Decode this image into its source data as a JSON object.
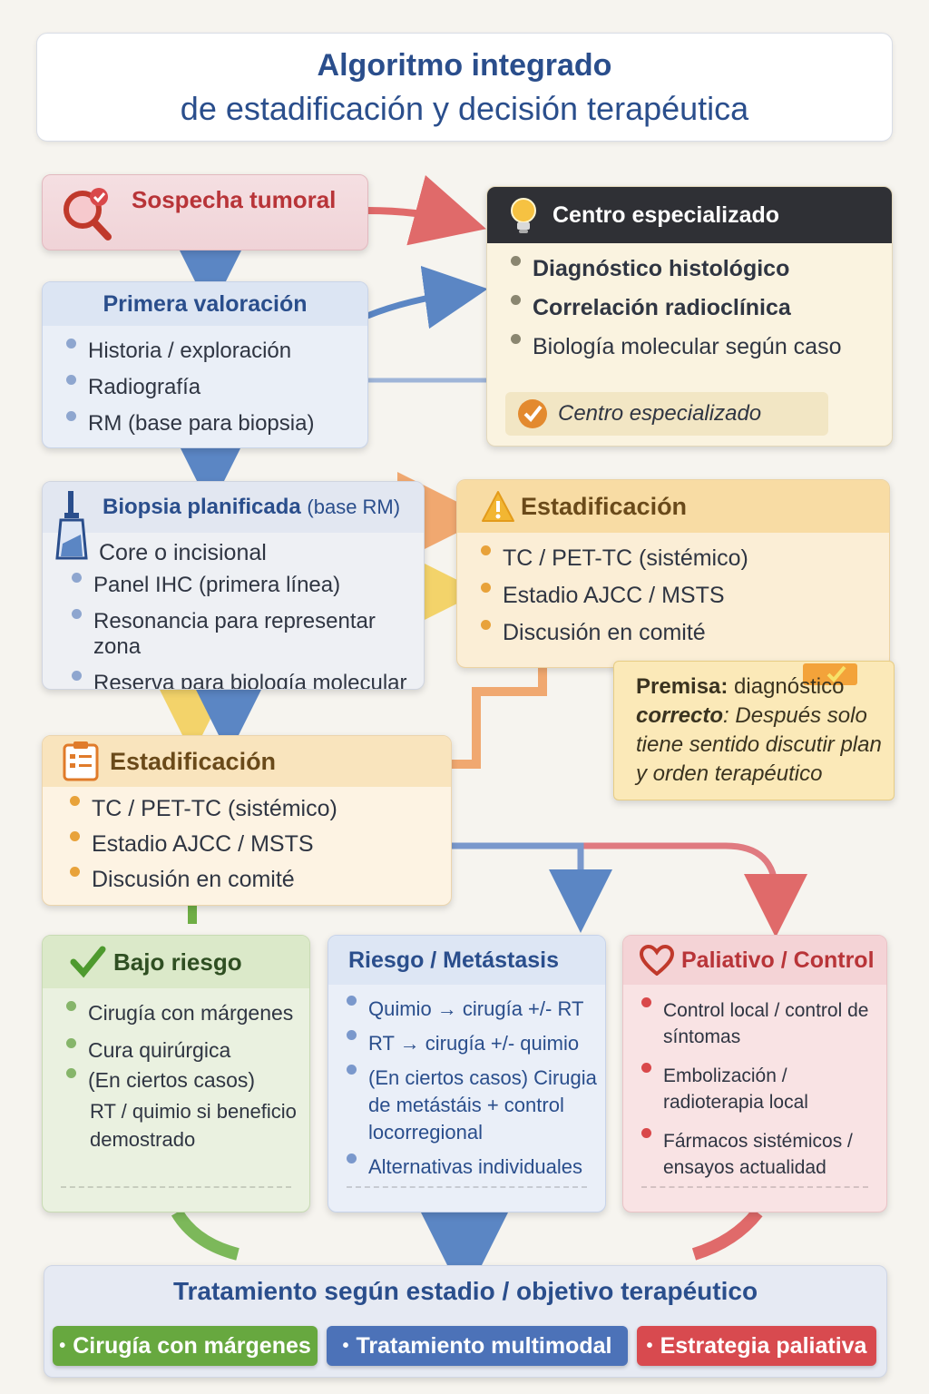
{
  "title": {
    "line1": "Algoritmo integrado",
    "line2": "de estadificación y decisión terapéutica"
  },
  "sospecha": {
    "title": "Sospecha tumoral",
    "icon": "magnifier-check-icon"
  },
  "primera": {
    "title": "Primera valoración",
    "items": [
      "Historia / exploración",
      "Radiografía",
      "RM (base para biopsia)"
    ]
  },
  "centro": {
    "title": "Centro especializado",
    "icon": "lightbulb-icon",
    "items": [
      "Diagnóstico histológico",
      "Correlación radioclínica",
      "Biología molecular según caso"
    ],
    "footer": "Centro especializado"
  },
  "biopsia": {
    "title": "Biopsia planificada",
    "title_suffix": "(base RM)",
    "icon": "biopsy-tube-icon",
    "first_item": "Core o incisional",
    "items": [
      "Panel IHC (primera línea)",
      "Resonancia para representar zona",
      "Reserva para biología molecular"
    ]
  },
  "estad_right": {
    "title": "Estadificación",
    "icon": "warning-icon",
    "items": [
      "TC / PET-TC (sistémico)",
      "Estadio AJCC / MSTS",
      "Discusión en comité"
    ]
  },
  "premisa": {
    "label": "Premisa:",
    "text1": " diagnóstico",
    "italic_bold": "correcto",
    "text2": ": Después solo tiene sentido discutir plan y orden terapéutico"
  },
  "estad_left": {
    "title": "Estadificación",
    "icon": "clipboard-icon",
    "items": [
      "TC / PET-TC (sistémico)",
      "Estadio AJCC / MSTS",
      "Discusión en comité"
    ]
  },
  "bajo": {
    "title": "Bajo riesgo",
    "icon": "check-icon",
    "items": [
      "Cirugía con márgenes",
      "Cura quirúrgica",
      "(En ciertos casos)"
    ],
    "extra": "RT / quimio si beneficio demostrado"
  },
  "riesgo": {
    "title": "Riesgo / Metástasis",
    "items": [
      "Quimio → cirugía +/- RT",
      "RT → cirugía +/- quimio",
      "(En ciertos casos) Cirugia de metástáis + control locorregional",
      "Alternativas individuales"
    ]
  },
  "paliativo": {
    "title": "Paliativo / Control",
    "icon": "heart-icon",
    "items": [
      "Control local / control de síntomas",
      "Embolización / radioterapia local",
      "Fármacos sistémicos / ensayos actualidad"
    ]
  },
  "tratamiento": {
    "title": "Tratamiento según estadio / objetivo terapéutico",
    "pills": [
      "Cirugía con márgenes",
      "Tratamiento multimodal",
      "Estrategia paliativa"
    ]
  },
  "colors": {
    "blue": "#2a4e8c",
    "red": "#c0392b",
    "green": "#5d9e3a",
    "orange": "#e8a23a",
    "dark": "#2f3035"
  }
}
